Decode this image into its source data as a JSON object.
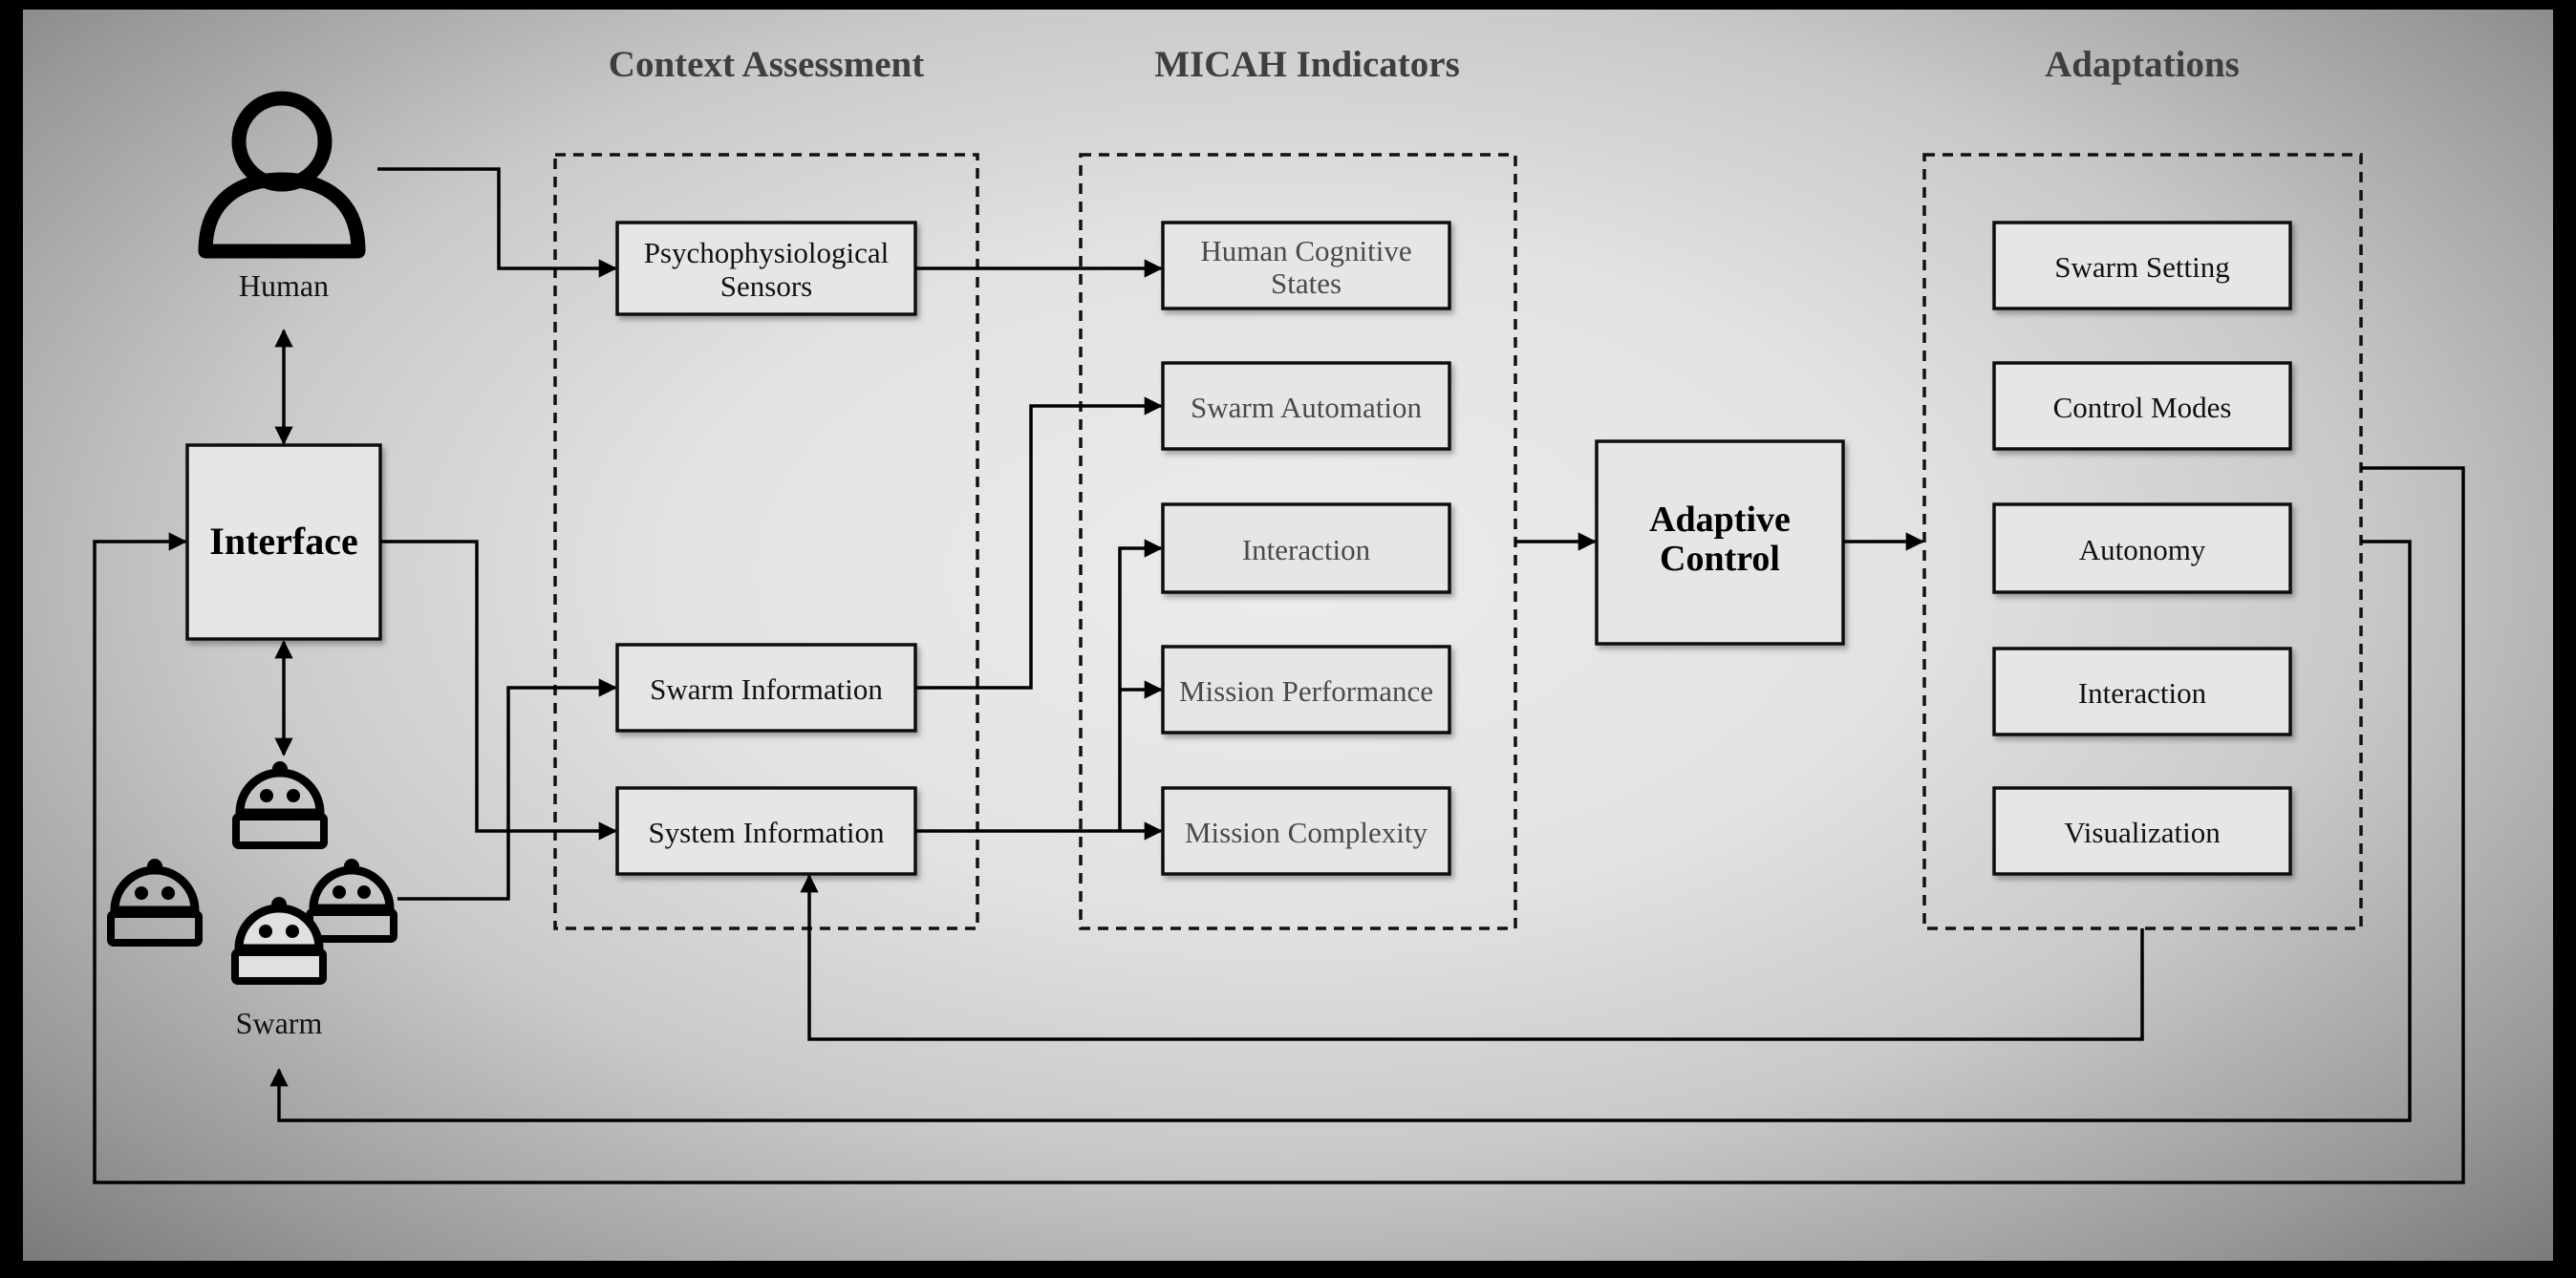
{
  "headers": {
    "context": "Context Assessment",
    "micah": "MICAH Indicators",
    "adaptations": "Adaptations"
  },
  "actors": {
    "human": "Human",
    "swarm": "Swarm",
    "interface": "Interface"
  },
  "context": {
    "psycho_line1": "Psychophysiological",
    "psycho_line2": "Sensors",
    "swarm_info": "Swarm Information",
    "system_info": "System Information"
  },
  "micah": {
    "cognitive_line1": "Human Cognitive",
    "cognitive_line2": "States",
    "swarm_automation": "Swarm Automation",
    "interaction": "Interaction",
    "mission_performance": "Mission Performance",
    "mission_complexity": "Mission Complexity"
  },
  "adaptive": {
    "line1": "Adaptive",
    "line2": "Control"
  },
  "adaptations": {
    "swarm_setting": "Swarm Setting",
    "control_modes": "Control Modes",
    "autonomy": "Autonomy",
    "interaction": "Interaction",
    "visualization": "Visualization"
  }
}
